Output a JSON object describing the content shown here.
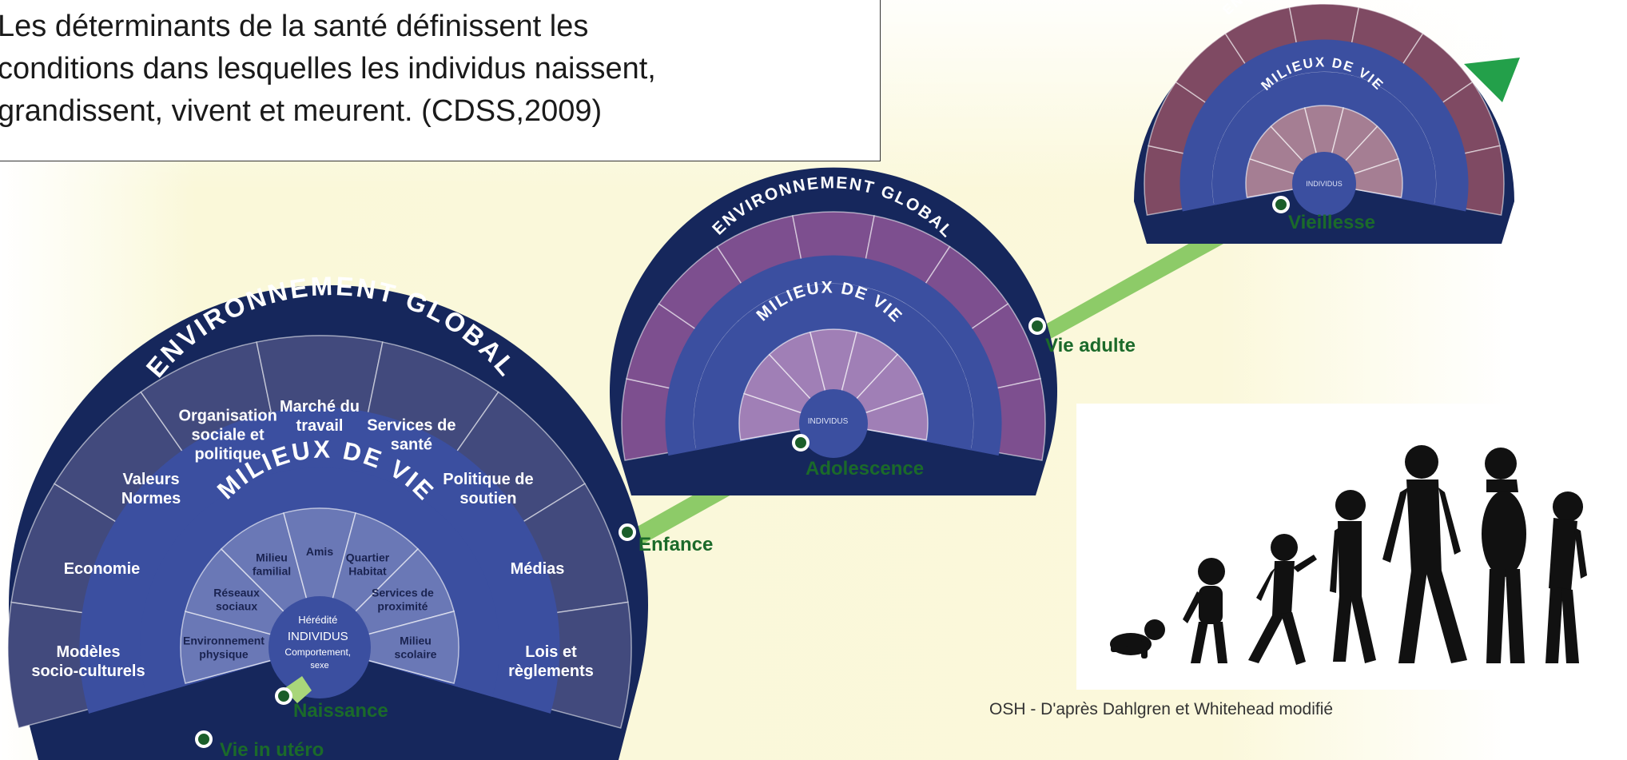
{
  "quote": {
    "lines": [
      "Les déterminants de la santé définissent les",
      "conditions dans lesquelles les individus naissent,",
      "grandissent, vivent et meurent. (CDSS,2009)"
    ]
  },
  "outer_label": "ENVIRONNEMENT GLOBAL",
  "middle_label": "MILIEUX DE VIE",
  "small_center_label": "INDIVIDUS",
  "main_fan": {
    "outer_sectors": [
      "Modèles socio-culturels",
      "Economie",
      "Valeurs Normes",
      "Organisation sociale et politique",
      "Marché du travail",
      "Services de santé",
      "Politique de soutien",
      "Médias",
      "Lois et règlements"
    ],
    "middle_sectors": [
      "Environnement physique",
      "Réseaux sociaux",
      "Milieu familial",
      "Amis",
      "Quartier Habitat",
      "Services de proximité",
      "Milieu scolaire"
    ],
    "center": {
      "line1": "Hérédité",
      "line2": "INDIVIDUS",
      "line3": "Comportement,",
      "line4": "sexe"
    }
  },
  "stages": {
    "vie_in_utero": "Vie in utéro",
    "naissance": "Naissance",
    "enfance": "Enfance",
    "adolescence": "Adolescence",
    "vie_adulte": "Vie adulte",
    "vieillesse": "Vieillesse"
  },
  "source": "OSH - D'après Dahlgren et Whitehead modifié",
  "colors": {
    "navy": "#16275c",
    "main_outer": "#424a7d",
    "main_middle": "#3b4fa0",
    "main_inner": "#6a78b6",
    "purple_outer": "#7d4f8f",
    "purple_inner": "#a07fb6",
    "mauve_outer": "#7f4a63",
    "mauve_inner": "#a57e93",
    "green": "#7fc45a",
    "label_green": "#1b6a2a"
  }
}
